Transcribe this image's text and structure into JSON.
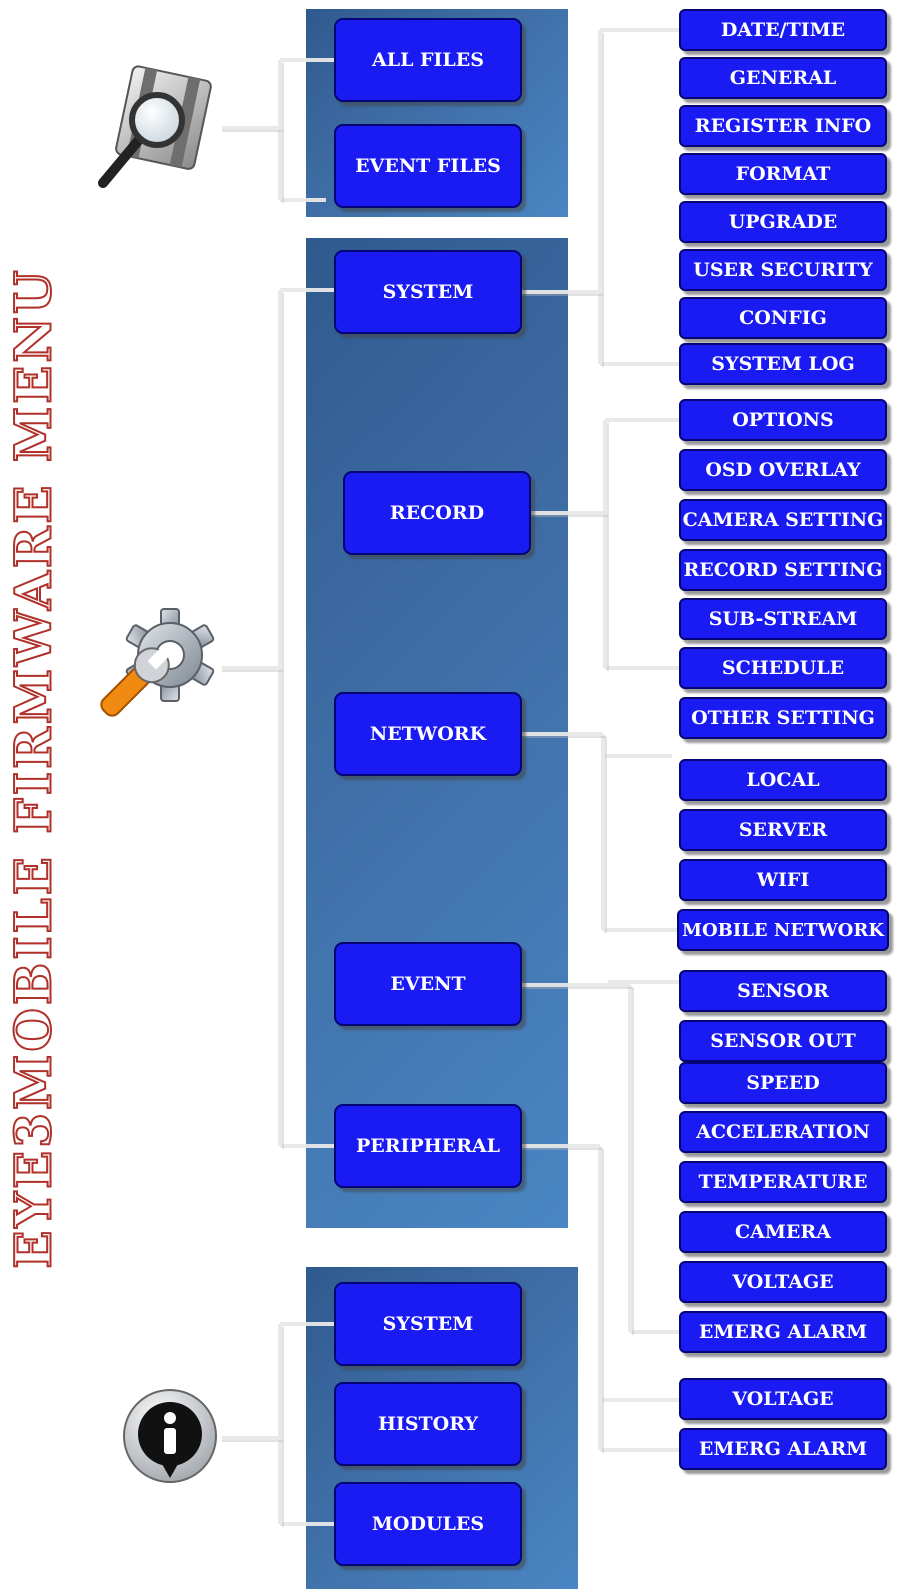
{
  "title": "EYE3MOBILE FIRMWARE MENU",
  "colors": {
    "button_fill": "#1a1af2",
    "button_border": "#050575",
    "panel": "#3f6ea6",
    "title": "#b0302a"
  },
  "icons": {
    "search": "search-folder-icon",
    "setup": "gear-wrench-icon",
    "info": "info-icon"
  },
  "search": {
    "buttons": [
      {
        "label": "ALL FILES"
      },
      {
        "label": "EVENT FILES"
      }
    ]
  },
  "setup": {
    "buttons": [
      {
        "label": "SYSTEM"
      },
      {
        "label": "RECORD"
      },
      {
        "label": "NETWORK"
      },
      {
        "label": "EVENT"
      },
      {
        "label": "PERIPHERAL"
      }
    ]
  },
  "info": {
    "buttons": [
      {
        "label": "SYSTEM"
      },
      {
        "label": "HISTORY"
      },
      {
        "label": "MODULES"
      }
    ]
  },
  "system_items": [
    "DATE/TIME",
    "GENERAL",
    "REGISTER INFO",
    "FORMAT",
    "UPGRADE",
    "USER SECURITY",
    "CONFIG",
    "SYSTEM LOG"
  ],
  "record_items": [
    "OPTIONS",
    "OSD OVERLAY",
    "CAMERA SETTING",
    "RECORD SETTING",
    "SUB-STREAM",
    "SCHEDULE",
    "OTHER SETTING"
  ],
  "network_items": [
    "LOCAL",
    "SERVER",
    "WIFI",
    "MOBILE NETWORK"
  ],
  "event_items": [
    "SENSOR",
    "SENSOR OUT",
    "SPEED",
    "ACCELERATION",
    "TEMPERATURE",
    "CAMERA",
    "VOLTAGE",
    "EMERG ALARM"
  ],
  "peripheral_items": [
    "VOLTAGE",
    "EMERG ALARM"
  ]
}
